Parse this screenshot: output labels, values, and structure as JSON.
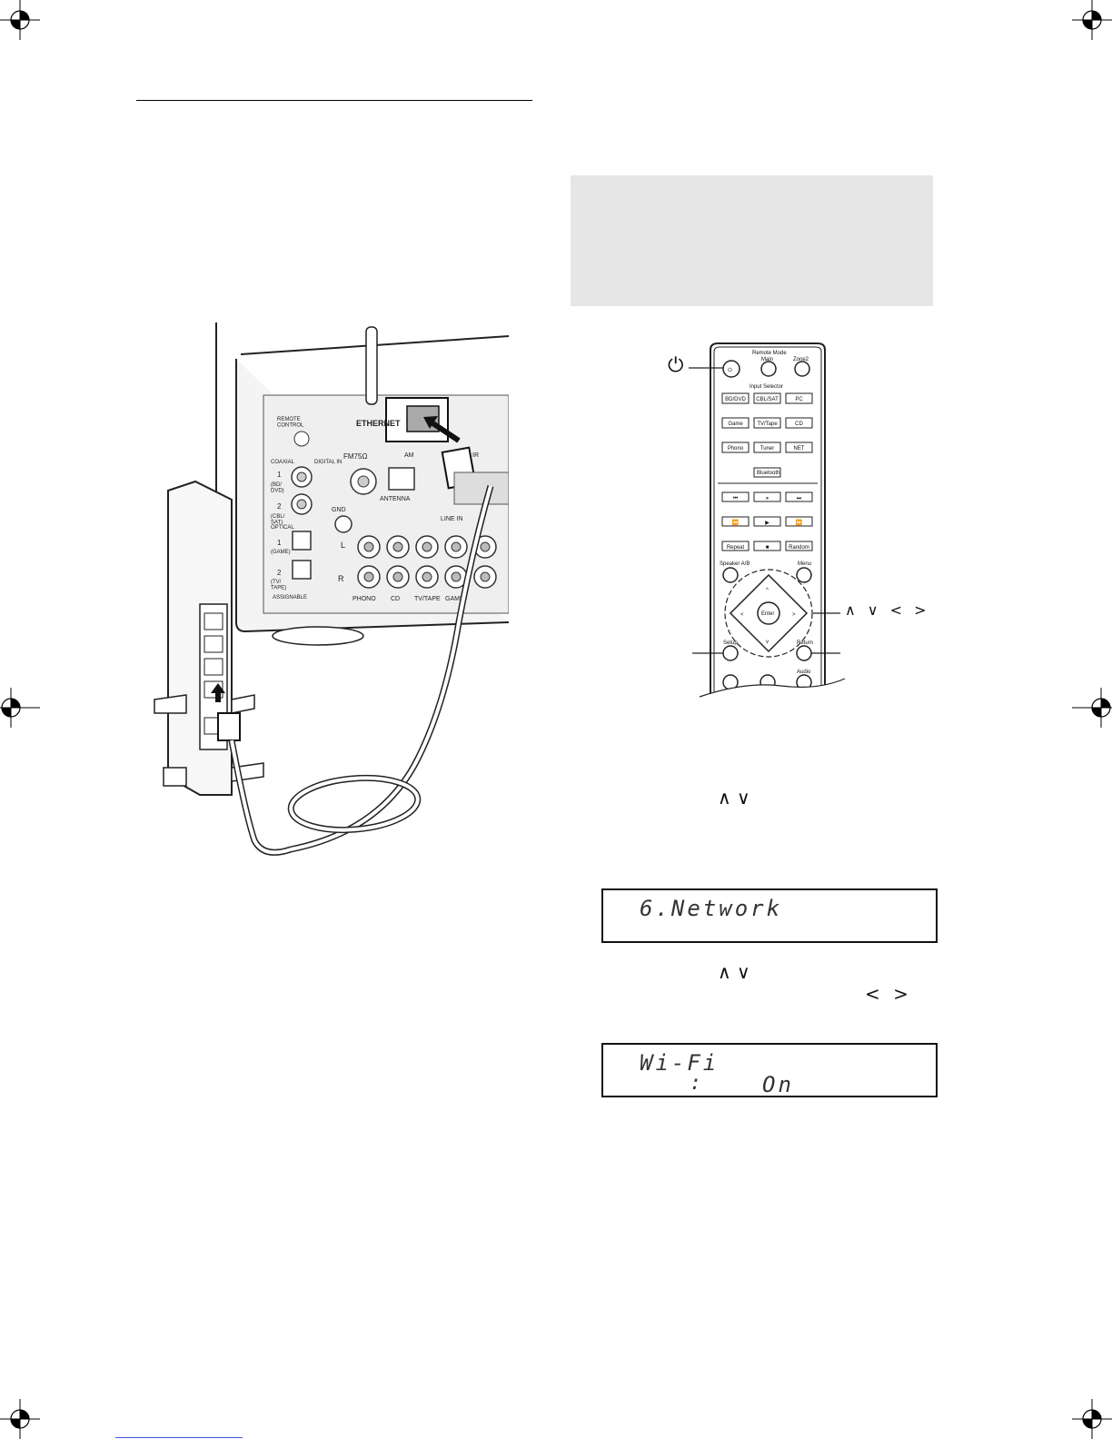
{
  "layout_labels": {
    "ethernet_port": "ETHERNET"
  },
  "receiver_panel": {
    "remote_control": "REMOTE\nCONTROL",
    "coaxial": "COAXIAL",
    "digital_in": "DIGITAL IN",
    "coax1": "1",
    "coax1_sub": "(BD/\nDVD)",
    "coax2": "2",
    "coax2_sub": "(CBL/\nSAT)",
    "optical": "OPTICAL",
    "opt1": "1",
    "opt1_sub": "(GAME)",
    "opt2": "2",
    "opt2_sub": "(TV/\nTAPE)",
    "assignable": "ASSIGNABLE",
    "fm": "FM75Ω",
    "am": "AM",
    "antenna": "ANTENNA",
    "line_in": "LINE IN",
    "ir": "IR",
    "gnd": "GND",
    "L": "L",
    "R": "R",
    "phono": "PHONO",
    "cd": "CD",
    "tvtape": "TV/TAPE",
    "game": "GAME"
  },
  "remote": {
    "remote_mode": "Remote Mode",
    "main": "Main",
    "zone2": "Zone2",
    "input_selector": "Input Selector",
    "inputs": [
      [
        "BD/DVD",
        "CBL/SAT",
        "PC"
      ],
      [
        "Game",
        "TV/Tape",
        "CD"
      ],
      [
        "Phono",
        "Tuner",
        "NET"
      ]
    ],
    "bluetooth": "Bluetooth",
    "transport": [
      [
        "⏮",
        "⏸",
        "⏭"
      ],
      [
        "⏪",
        "▶",
        "⏩"
      ],
      [
        "Repeat",
        "■",
        "Random"
      ]
    ],
    "speaker_ab": "Speaker A/B",
    "menu": "Menu",
    "enter": "Enter",
    "setup": "Setup",
    "return": "Return",
    "audio": "Audio"
  },
  "callouts": {
    "power_icon": "⏻",
    "cursor_keys": "∧ ∨ < >",
    "step_updown_1": "∧ ∨",
    "step_updown_2": "∧ ∨",
    "step_leftright": "< >"
  },
  "lcd1": {
    "line1": "6.Network"
  },
  "lcd2": {
    "line1": "Wi-Fi",
    "colon": ":",
    "line2": "On"
  }
}
